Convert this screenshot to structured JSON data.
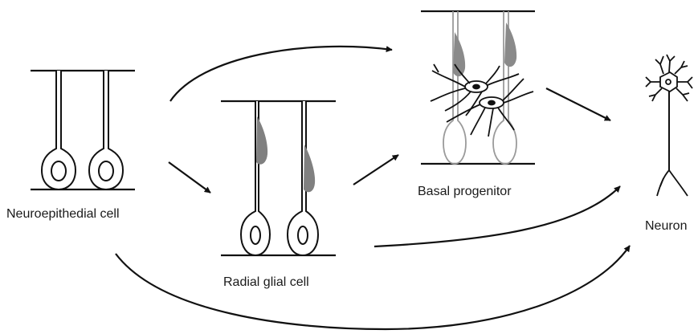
{
  "labels": {
    "neuroepithelial": "Neuroepithedial cell",
    "radial_glial": "Radial glial cell",
    "basal_progenitor": "Basal progenitor",
    "neuron": "Neuron"
  },
  "colors": {
    "line": "#111111",
    "nucleus_shade": "#808080",
    "faded_cell": "#9a9a9a"
  }
}
